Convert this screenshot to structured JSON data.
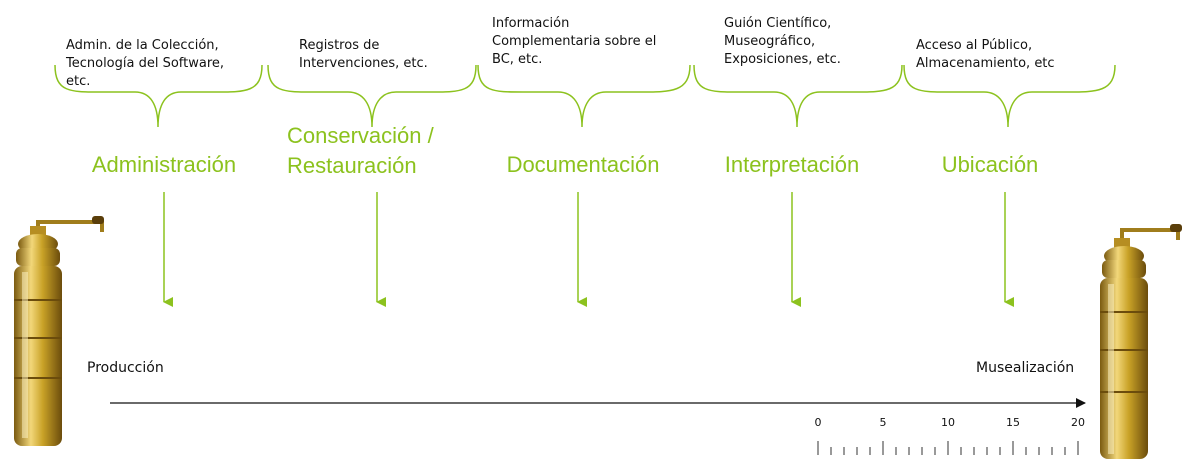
{
  "stages": [
    {
      "description": "Admin. de la Colección,\nTecnología del Software,\netc.",
      "label": "Administración"
    },
    {
      "description": "Registros de\nIntervenciones, etc.",
      "label": "Conservación /\nRestauración"
    },
    {
      "description": "Información\nComplementaria sobre el\nBC, etc.",
      "label": "Documentación"
    },
    {
      "description": "Guión Científico,\nMuseográfico,\nExposiciones, etc.",
      "label": "Interpretación"
    },
    {
      "description": "Acceso al Público,\nAlmacenamiento, etc",
      "label": "Ubicación"
    }
  ],
  "timeline": {
    "start_label": "Producción",
    "end_label": "Musealización"
  },
  "scale": {
    "ticks": [
      "0",
      "5",
      "10",
      "15",
      "20"
    ]
  },
  "colors": {
    "accent": "#8cc21e",
    "text": "#111111",
    "object_gold": "#c9a227"
  }
}
